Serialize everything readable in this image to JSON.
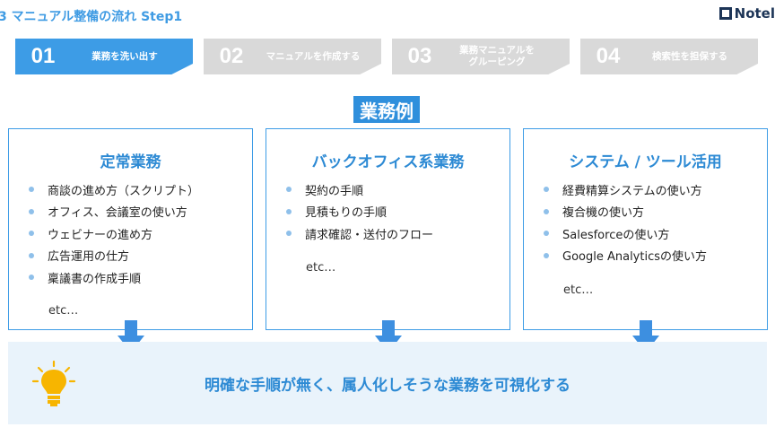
{
  "header": {
    "title": "3 マニュアル整備の流れ  Step1",
    "logo_text": "Notel"
  },
  "steps": [
    {
      "num": "01",
      "label": "業務を洗い出す",
      "active": true
    },
    {
      "num": "02",
      "label": "マニュアルを作成する",
      "active": false
    },
    {
      "num": "03",
      "label": "業務マニュアルを\nグルーピング",
      "active": false
    },
    {
      "num": "04",
      "label": "検索性を担保する",
      "active": false
    }
  ],
  "section_title": "業務例",
  "cards": [
    {
      "title": "定常業務",
      "items": [
        "商談の進め方（スクリプト）",
        "オフィス、会議室の使い方",
        "ウェビナーの進め方",
        "広告運用の仕方",
        "稟議書の作成手順"
      ],
      "etc": "etc…"
    },
    {
      "title": "バックオフィス系業務",
      "items": [
        "契約の手順",
        "見積もりの手順",
        "請求確認・送付のフロー"
      ],
      "etc": "etc…"
    },
    {
      "title": "システム / ツール活用",
      "items": [
        "経費精算システムの使い方",
        "複合機の使い方",
        "Salesforceの使い方",
        "Google Analyticsの使い方"
      ],
      "etc": "etc…"
    }
  ],
  "bottom": {
    "message": "明確な手順が無く、属人化しそうな業務を可視化する",
    "icon": "lightbulb-icon"
  },
  "colors": {
    "accent": "#3d9ce6",
    "inactive": "#d9d9d9",
    "title_bg": "#2f8fdc",
    "bottom_bg": "#e9f3fb",
    "bulb": "#f7b500"
  }
}
